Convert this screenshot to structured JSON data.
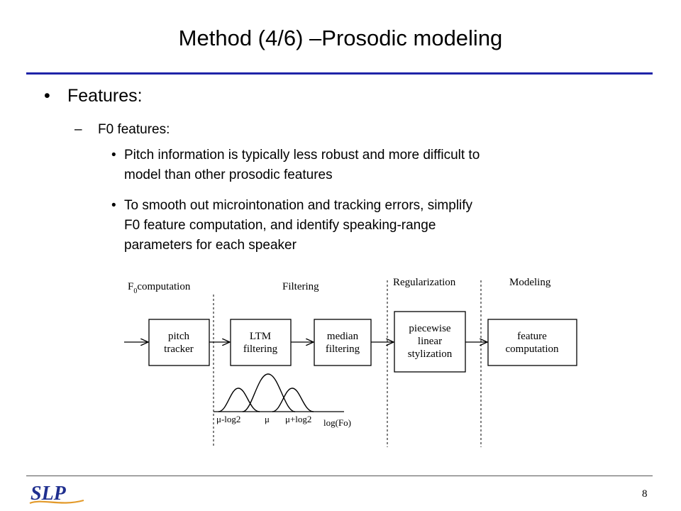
{
  "title": "Method (4/6) –Prosodic modeling",
  "bullets": {
    "level1_marker": "•",
    "level1": "Features:",
    "level2_marker": "–",
    "level2": "F0 features:",
    "level3_marker": "•",
    "level3": [
      {
        "lines": [
          "Pitch information is typically less robust and more difficult to",
          "model than other prosodic features"
        ]
      },
      {
        "lines": [
          "To smooth out microintonation and tracking errors, simplify",
          "F0 feature computation, and identify speaking-range",
          "parameters for each speaker"
        ]
      }
    ]
  },
  "diagram": {
    "sections": {
      "f0_computation": {
        "main": "F",
        "sub": "0",
        "rest": "computation"
      },
      "filtering": "Filtering",
      "regularization": "Regularization",
      "modeling": "Modeling"
    },
    "boxes": {
      "pitch_tracker": [
        "pitch",
        "tracker"
      ],
      "ltm_filtering": [
        "LTM",
        "filtering"
      ],
      "median_filtering": [
        "median",
        "filtering"
      ],
      "piecewise": [
        "piecewise",
        "linear",
        "stylization"
      ],
      "feature_computation": [
        "feature",
        "computation"
      ]
    },
    "axis_labels": {
      "mu_minus": "μ-log2",
      "mu": "μ",
      "mu_plus": "μ+log2",
      "log_f0": "log(Fo)"
    }
  },
  "logo_text": "SLP",
  "page_number": "8",
  "colors": {
    "title_rule": "#1f24a8",
    "logo_blue": "#1f2f8f",
    "logo_orange": "#e39a2a"
  }
}
